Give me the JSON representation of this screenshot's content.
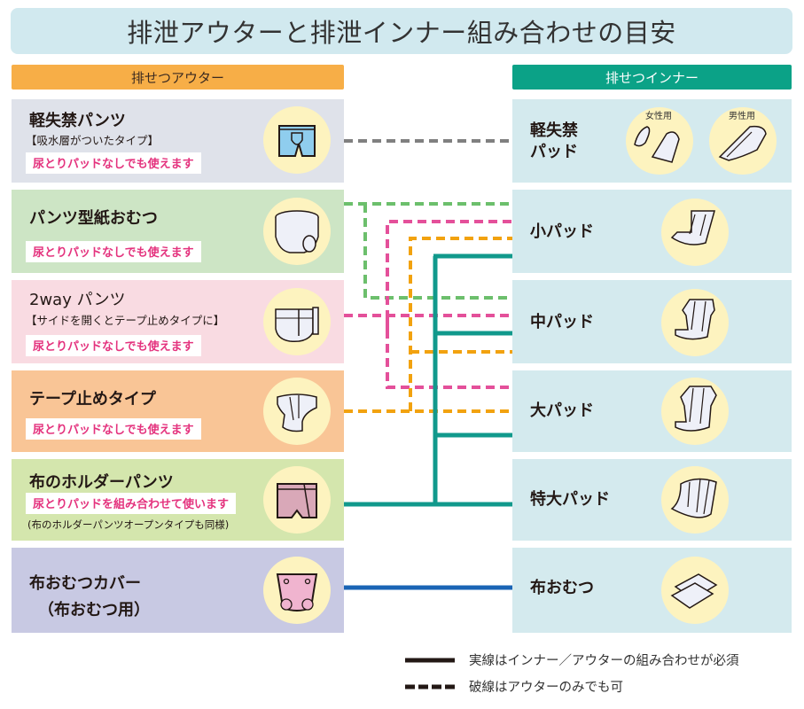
{
  "title": "排泄アウターと排泄インナー組み合わせの目安",
  "outer_header": "排せつアウター",
  "inner_header": "排せつインナー",
  "colors": {
    "title_bg": "#d1e9ef",
    "outer_header_bg": "#f7ae47",
    "inner_header_bg": "#0ba287",
    "inner_box_bg": "#d4eaee",
    "tag_text": "#e4337e",
    "line_gray": "#808080",
    "line_green": "#6cbf6c",
    "line_pink": "#e4509a",
    "line_orange": "#f2a20f",
    "line_teal": "#11998c",
    "line_blue": "#1a64b5"
  },
  "outers": [
    {
      "id": "light-pants",
      "title": "軽失禁パンツ",
      "sub": "【吸水層がついたタイプ】",
      "tag": "尿とりパッドなしでも使えます",
      "icon": "boxer-briefs-icon",
      "bg": "#dfe2ea"
    },
    {
      "id": "pants-diaper",
      "title": "パンツ型紙おむつ",
      "tag": "尿とりパッドなしでも使えます",
      "icon": "pull-up-diaper-icon",
      "bg": "#cde5c5"
    },
    {
      "id": "2way-pants",
      "title": "2way パンツ",
      "sub": "【サイドを開くとテープ止めタイプに】",
      "tag": "尿とりパッドなしでも使えます",
      "icon": "2way-pants-icon",
      "bg": "#f9dbe2"
    },
    {
      "id": "tape-type",
      "title": "テープ止めタイプ",
      "tag": "尿とりパッドなしでも使えます",
      "icon": "tape-diaper-icon",
      "bg": "#f9c596"
    },
    {
      "id": "holder-pants",
      "title": "布のホルダーパンツ",
      "tag": "尿とりパッドを組み合わせて使います",
      "note": "(布のホルダーパンツオープンタイプも同様)",
      "icon": "holder-pants-icon",
      "bg": "#d4e6ad"
    },
    {
      "id": "cloth-cover",
      "title": "布おむつカバー",
      "title2": "（布おむつ用）",
      "icon": "diaper-cover-icon",
      "bg": "#c8c9e3"
    }
  ],
  "inners": [
    {
      "id": "light-pad",
      "title": "軽失禁",
      "title2": "パッド",
      "labels": [
        "女性用",
        "男性用"
      ],
      "icon": "light-incontinence-pad-icon"
    },
    {
      "id": "small-pad",
      "title": "小パッド",
      "icon": "small-pad-icon"
    },
    {
      "id": "medium-pad",
      "title": "中パッド",
      "icon": "medium-pad-icon"
    },
    {
      "id": "large-pad",
      "title": "大パッド",
      "icon": "large-pad-icon"
    },
    {
      "id": "xl-pad",
      "title": "特大パッド",
      "icon": "extra-large-pad-icon"
    },
    {
      "id": "cloth-diaper",
      "title": "布おむつ",
      "icon": "cloth-diaper-icon"
    }
  ],
  "connections": [
    {
      "from": "軽失禁パンツ",
      "to": [
        "軽失禁パッド"
      ],
      "style": "dashed",
      "color": "gray"
    },
    {
      "from": "パンツ型紙おむつ",
      "to": [
        "小パッド",
        "中パッド"
      ],
      "style": "dashed",
      "color": "green"
    },
    {
      "from": "2way パンツ",
      "to": [
        "小パッド",
        "中パッド",
        "大パッド"
      ],
      "style": "dashed",
      "color": "pink"
    },
    {
      "from": "テープ止めタイプ",
      "to": [
        "小パッド",
        "中パッド",
        "大パッド"
      ],
      "style": "dashed",
      "color": "orange"
    },
    {
      "from": "布のホルダーパンツ",
      "to": [
        "小パッド",
        "中パッド",
        "大パッド",
        "特大パッド"
      ],
      "style": "solid",
      "color": "teal"
    },
    {
      "from": "布おむつカバー",
      "to": [
        "布おむつ"
      ],
      "style": "solid",
      "color": "blue"
    }
  ],
  "legend": {
    "solid": "実線はインナー／アウターの組み合わせが必須",
    "dashed": "破線はアウターのみでも可"
  }
}
